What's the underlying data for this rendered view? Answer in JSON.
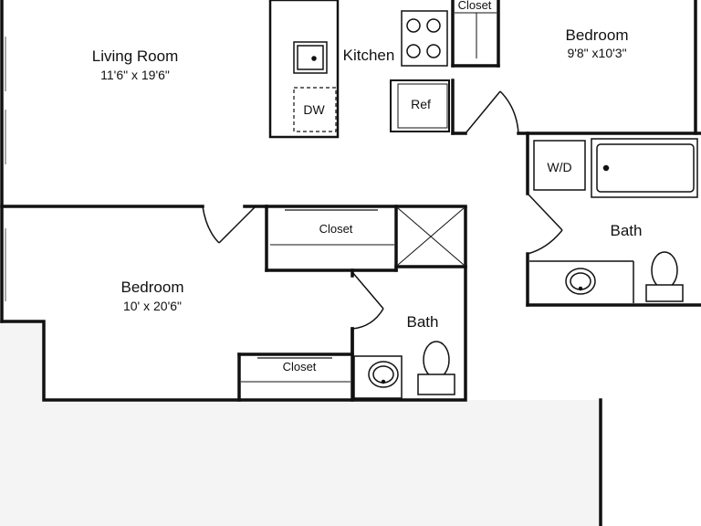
{
  "rooms": {
    "living": {
      "name": "Living Room",
      "dims": "11'6\" x 19'6\""
    },
    "kitchen": {
      "name": "Kitchen"
    },
    "bedroom1": {
      "name": "Bedroom",
      "dims": "9'8\" x10'3\""
    },
    "bedroom2": {
      "name": "Bedroom",
      "dims": "10' x 20'6\""
    },
    "bath1": {
      "name": "Bath"
    },
    "bath2": {
      "name": "Bath"
    }
  },
  "fixtures": {
    "dishwasher": "DW",
    "refrigerator": "Ref",
    "washer_dryer": "W/D",
    "closet_kitchen": "Closet",
    "closet_hall": "Closet",
    "closet_bedroom": "Closet"
  },
  "colors": {
    "wall": "#111111",
    "exterior": "#f4f4f4",
    "background": "#ffffff"
  }
}
